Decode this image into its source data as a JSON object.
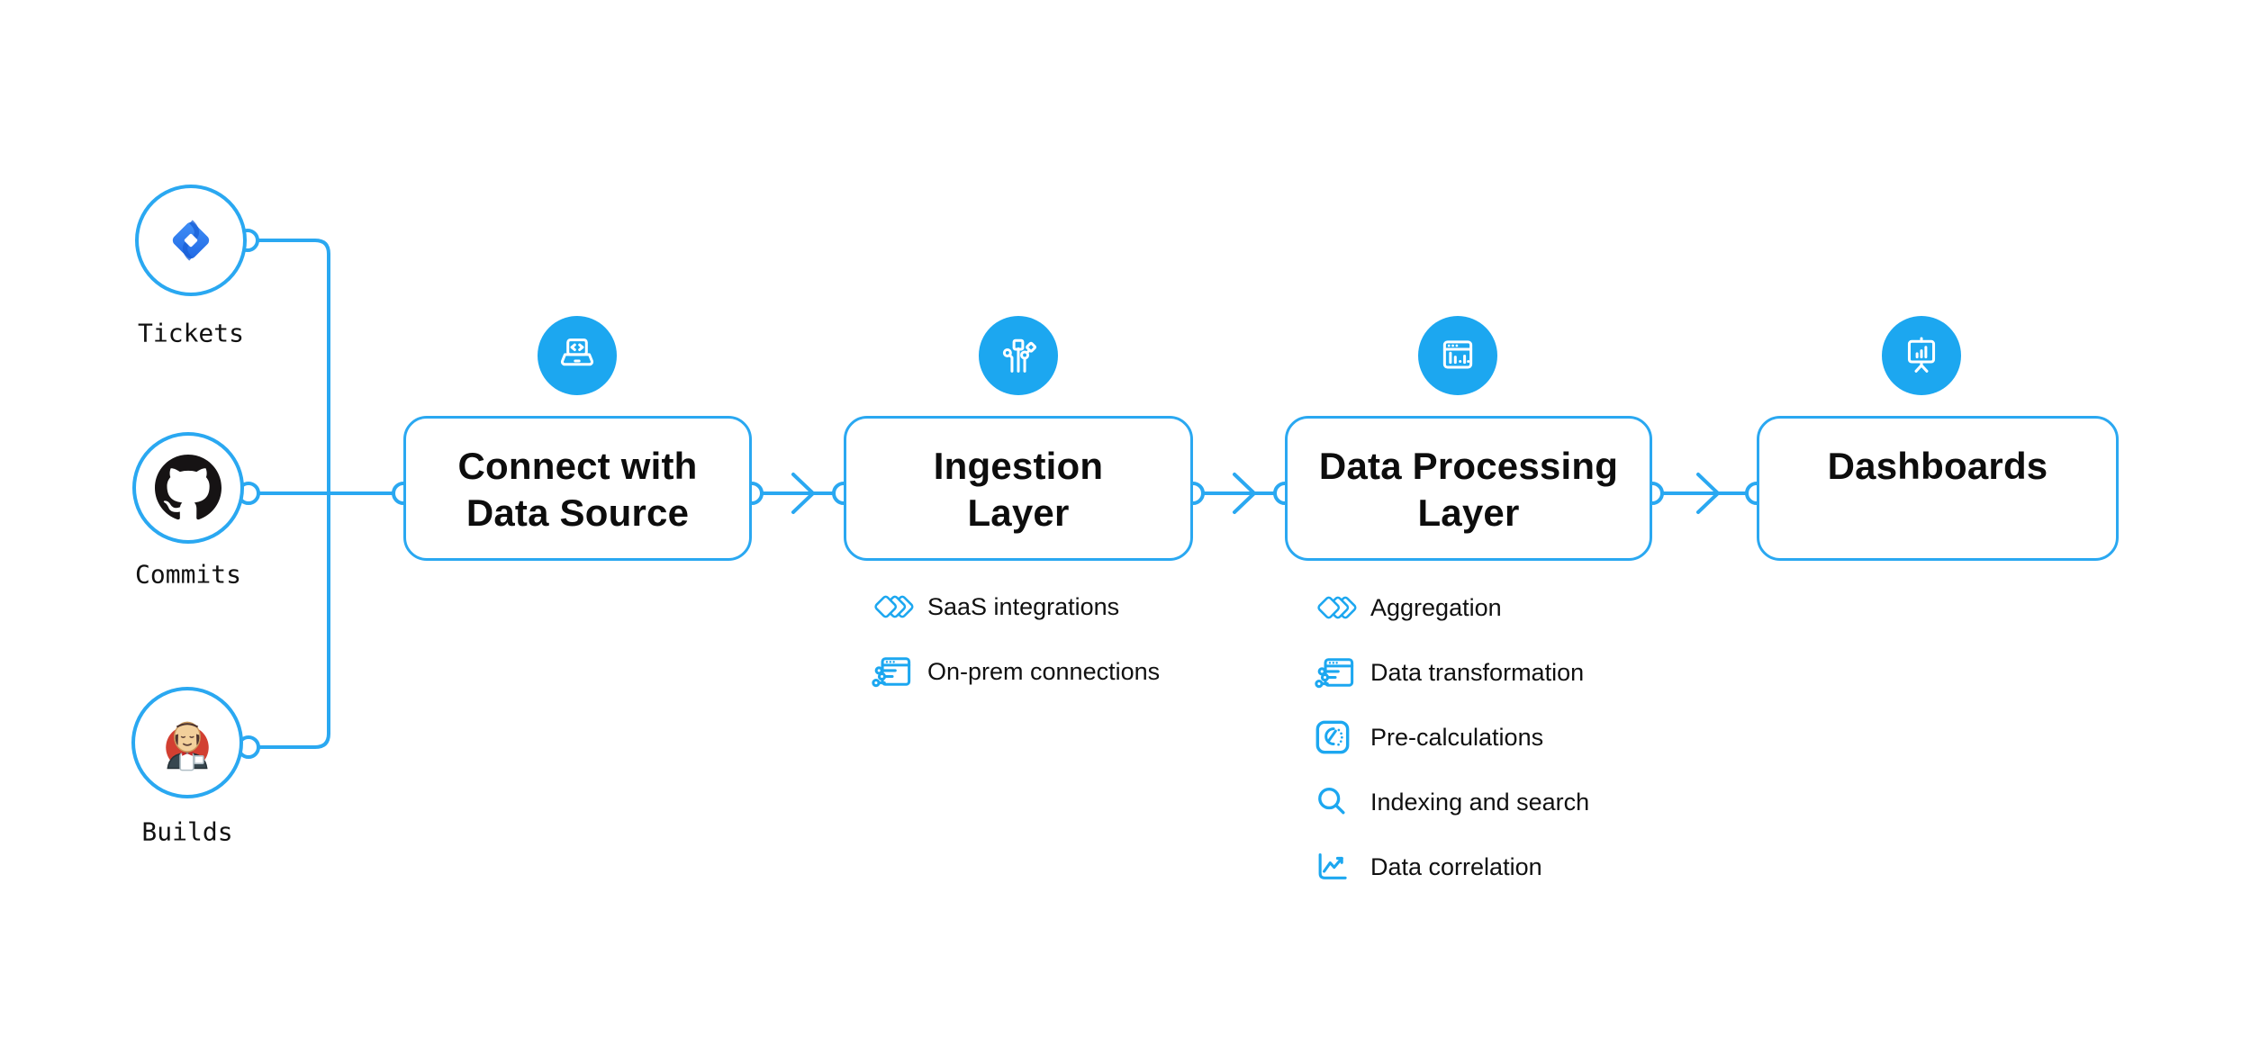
{
  "colors": {
    "accent": "#1ca7f0",
    "outline": "#2aa8f1",
    "title_text": "#0d0d0d",
    "jira_blue": "#2f7ef2",
    "github_black": "#161314",
    "jenkins_red": "#d23f31"
  },
  "sources": [
    {
      "label": "Tickets",
      "icon": "jira-icon"
    },
    {
      "label": "Commits",
      "icon": "github-icon"
    },
    {
      "label": "Builds",
      "icon": "jenkins-icon"
    }
  ],
  "stages": [
    {
      "title_line1": "Connect with",
      "title_line2": "Data Source",
      "icon": "laptop-code-icon",
      "items": []
    },
    {
      "title_line1": "Ingestion",
      "title_line2": "Layer",
      "icon": "circuit-branches-icon",
      "items": [
        {
          "label": "SaaS integrations",
          "icon": "stacked-diamonds-icon"
        },
        {
          "label": "On-prem connections",
          "icon": "window-sliders-icon"
        }
      ]
    },
    {
      "title_line1": "Data Processing",
      "title_line2": "Layer",
      "icon": "window-chart-icon",
      "items": [
        {
          "label": "Aggregation",
          "icon": "stacked-diamonds-icon"
        },
        {
          "label": "Data transformation",
          "icon": "window-sliders-icon"
        },
        {
          "label": "Pre-calculations",
          "icon": "gauge-icon"
        },
        {
          "label": "Indexing and search",
          "icon": "search-icon"
        },
        {
          "label": "Data correlation",
          "icon": "line-chart-icon"
        }
      ]
    },
    {
      "title_line1": "Dashboards",
      "title_line2": "",
      "icon": "presentation-chart-icon",
      "items": []
    }
  ]
}
